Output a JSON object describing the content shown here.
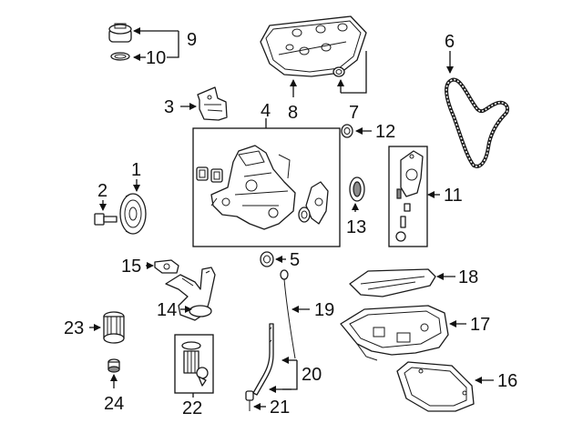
{
  "callouts": {
    "c1": "1",
    "c2": "2",
    "c3": "3",
    "c4": "4",
    "c5": "5",
    "c6": "6",
    "c7": "7",
    "c8": "8",
    "c9": "9",
    "c10": "10",
    "c11": "11",
    "c12": "12",
    "c13": "13",
    "c14": "14",
    "c15": "15",
    "c16": "16",
    "c17": "17",
    "c18": "18",
    "c19": "19",
    "c20": "20",
    "c21": "21",
    "c22": "22",
    "c23": "23",
    "c24": "24"
  },
  "colors": {
    "line": "#111111",
    "background": "#ffffff",
    "shade": "#8a8a8a"
  }
}
